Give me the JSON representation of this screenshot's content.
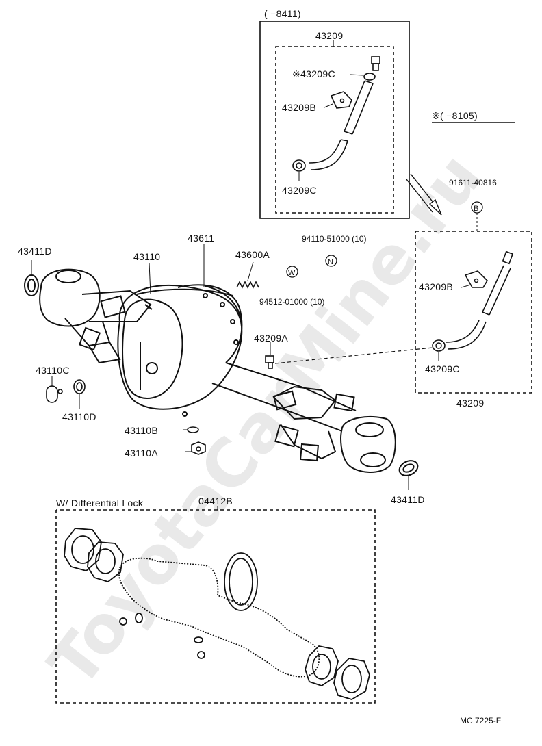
{
  "figure_code": "MC  7225-F",
  "watermark": "ToyotaCarMine.ru",
  "colors": {
    "ink": "#111111",
    "paper": "#ffffff",
    "watermark": "#e9e9e9"
  },
  "breather_box": {
    "range": "(      −8411)",
    "part_top": "43209",
    "items": {
      "c_marked": "※43209C",
      "b": "43209B",
      "c_bottom": "43209C"
    }
  },
  "breather_box_late": {
    "range": "※(      −8105)",
    "bolt_part": "91611-40816",
    "bolt_symbol": "B",
    "b": "43209B",
    "c": "43209C",
    "part_bottom": "43209"
  },
  "parts": {
    "seal_left": "43411D",
    "housing": "43110",
    "cover": "43611",
    "spring": "43600A",
    "nut_part": "94110-51000 (10)",
    "nut_symbol": "N",
    "washer_part": "94512-01000 (10)",
    "washer_symbol": "W",
    "breather_plug": "43209A",
    "plug_c": "43110C",
    "gasket_d": "43110D",
    "gasket_b": "43110B",
    "plug_a": "43110A",
    "seal_right": "43411D"
  },
  "diff_lock_box": {
    "title": "W/ Differential Lock",
    "part": "04412B"
  }
}
